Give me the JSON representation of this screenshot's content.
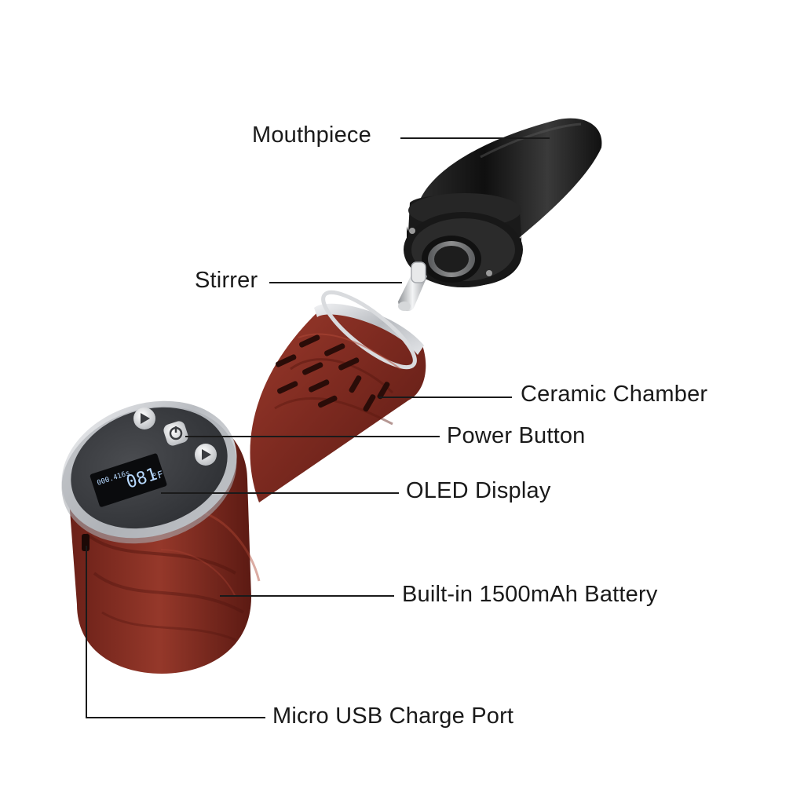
{
  "labels": {
    "mouthpiece": "Mouthpiece",
    "stirrer": "Stirrer",
    "ceramic_chamber": "Ceramic Chamber",
    "power_button": "Power Button",
    "oled_display": "OLED Display",
    "battery": "Built-in 1500mAh Battery",
    "usb_port": "Micro USB Charge Port"
  },
  "display": {
    "temperature": "081",
    "unit": "°F",
    "small_text": "000.416s"
  },
  "colors": {
    "background": "#ffffff",
    "wood": "#8a2e22",
    "wood_dark": "#5e1a14",
    "mouthpiece": "#151515",
    "metal": "#c9ccd0",
    "panel": "#3a3c40",
    "display_text": "#b7d9ff",
    "leader_line": "#1a1a1a"
  }
}
